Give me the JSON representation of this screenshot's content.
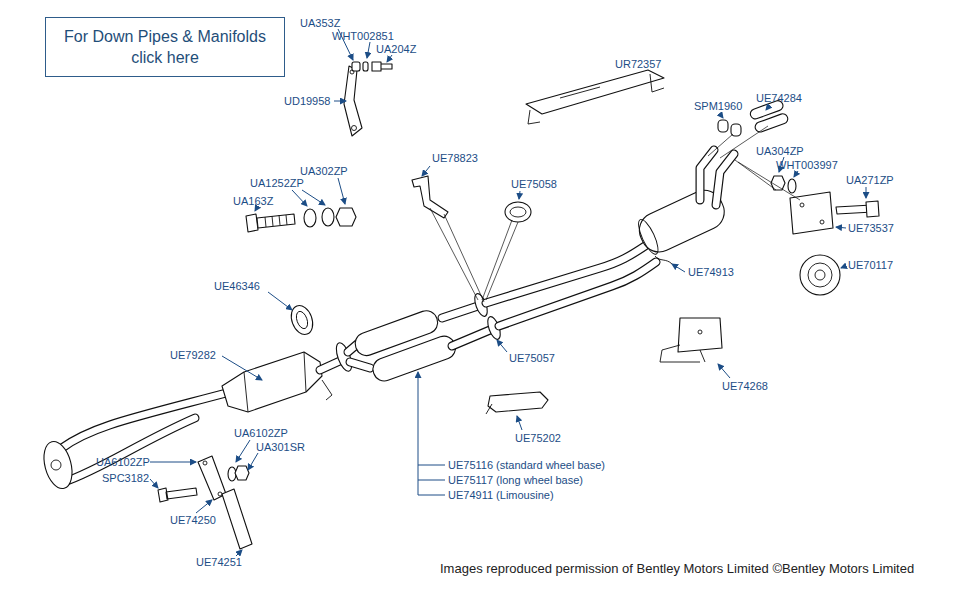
{
  "diagram": {
    "caption": "Images reproduced permission of Bentley Motors Limited ©Bentley Motors Limited",
    "nodes": [
      {
        "text": [
          "For Down Pipes & Manifolds click here"
        ]
      }
    ],
    "labels": [
      "UA353Z",
      "WHT002851",
      "UA204Z",
      "UD19958",
      "UR72357",
      "SPM1960",
      "UE74284",
      "UE78823",
      "UA302ZP",
      "UA1252ZP",
      "UA163Z",
      "UE75058",
      "UA304ZP",
      "WHT003997",
      "UA271ZP",
      "UE73537",
      "UE70117",
      "UE74913",
      "UE46346",
      "UE79282",
      "UE75057",
      "UE74268",
      "UE75202",
      "UA6102ZP",
      "UA301SR",
      "UA6102ZP",
      "SPC3182",
      "UE74250",
      "UE75116 (standard wheel base)",
      "UE75117 (long wheel base)",
      "UE74911 (Limousine)",
      "UE74251"
    ]
  }
}
